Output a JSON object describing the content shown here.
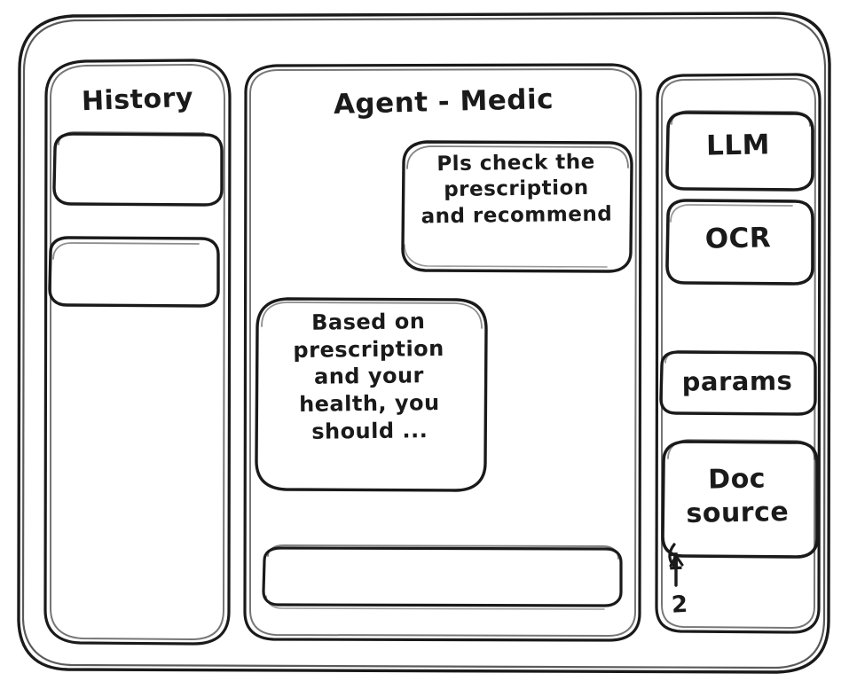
{
  "window": {
    "name": "agent-medic-wireframe"
  },
  "sidebar_left": {
    "title": "History",
    "items": [
      {
        "label": ""
      },
      {
        "label": ""
      }
    ]
  },
  "main": {
    "title": "Agent - Medic",
    "messages": [
      {
        "role": "user",
        "text": "Pls check the\nprescription\nand recommend"
      },
      {
        "role": "assistant",
        "text": "Based on\nprescription\nand your\nhealth, you\nshould ..."
      }
    ],
    "composer": {
      "value": "",
      "placeholder": ""
    }
  },
  "sidebar_right": {
    "tools": [
      {
        "label": "LLM"
      },
      {
        "label": "OCR"
      },
      {
        "label": "params"
      },
      {
        "label": "Doc\nsource"
      }
    ],
    "doc_sources": [
      {
        "label": "1"
      },
      {
        "label": "2"
      }
    ]
  },
  "style": {
    "stroke": "#1a1a1a",
    "background": "#ffffff"
  }
}
